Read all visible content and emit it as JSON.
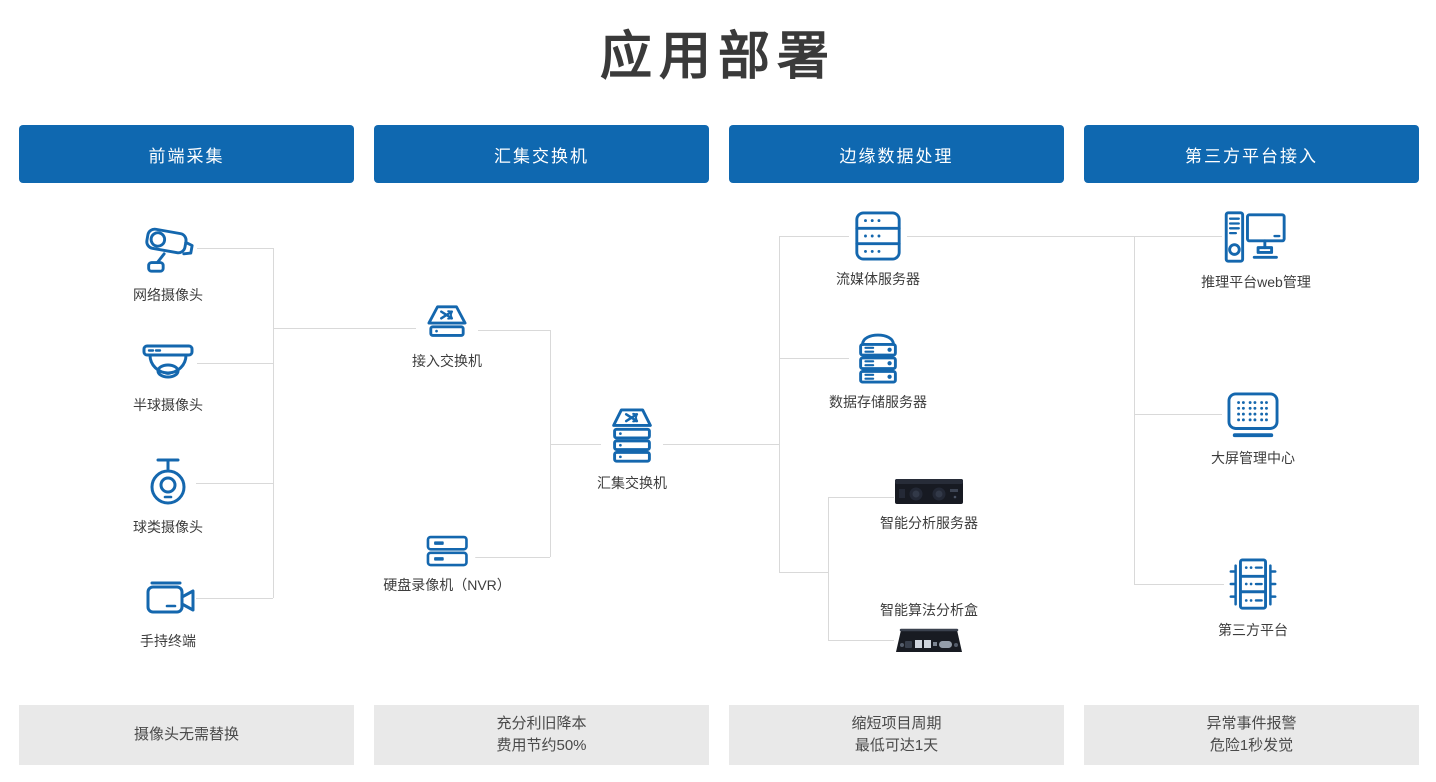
{
  "title": "应用部署",
  "headers": [
    {
      "label": "前端采集"
    },
    {
      "label": "汇集交换机"
    },
    {
      "label": "边缘数据处理"
    },
    {
      "label": "第三方平台接入"
    }
  ],
  "nodes": {
    "network_camera": {
      "label": "网络摄像头",
      "icon": "bullet-camera-icon"
    },
    "dome_camera": {
      "label": "半球摄像头",
      "icon": "dome-camera-icon"
    },
    "ball_camera": {
      "label": "球类摄像头",
      "icon": "ptz-ball-camera-icon"
    },
    "handheld_terminal": {
      "label": "手持终端",
      "icon": "camcorder-icon"
    },
    "access_switch": {
      "label": "接入交换机",
      "icon": "switch-icon"
    },
    "aggregation_switch": {
      "label": "汇集交换机",
      "icon": "stacked-switch-icon"
    },
    "nvr": {
      "label": "硬盘录像机（NVR）",
      "icon": "nvr-icon"
    },
    "streaming_server": {
      "label": "流媒体服务器",
      "icon": "media-server-icon"
    },
    "storage_server": {
      "label": "数据存储服务器",
      "icon": "storage-server-icon"
    },
    "analysis_server": {
      "label": "智能分析服务器",
      "icon": "rack-server-photo-icon"
    },
    "analysis_box": {
      "label": "智能算法分析盒",
      "icon": "analysis-box-photo-icon"
    },
    "inference_platform": {
      "label": "推理平台web管理",
      "icon": "desktop-pc-icon"
    },
    "screen_center": {
      "label": "大屏管理中心",
      "icon": "led-wall-icon"
    },
    "third_party": {
      "label": "第三方平台",
      "icon": "platform-rack-icon"
    }
  },
  "footers": [
    {
      "line1": "摄像头无需替换",
      "line2": ""
    },
    {
      "line1": "充分利旧降本",
      "line2": "费用节约50%"
    },
    {
      "line1": "缩短项目周期",
      "line2": "最低可达1天"
    },
    {
      "line1": "异常事件报警",
      "line2": "危险1秒发觉"
    }
  ],
  "colors": {
    "header_blue": "#0f68b0",
    "icon_blue": "#1467ae",
    "connector_gray": "#d9d9d9",
    "footer_bg": "#e9e9e9",
    "title_text": "#3a3a3a",
    "label_text": "#3d3d3d"
  }
}
